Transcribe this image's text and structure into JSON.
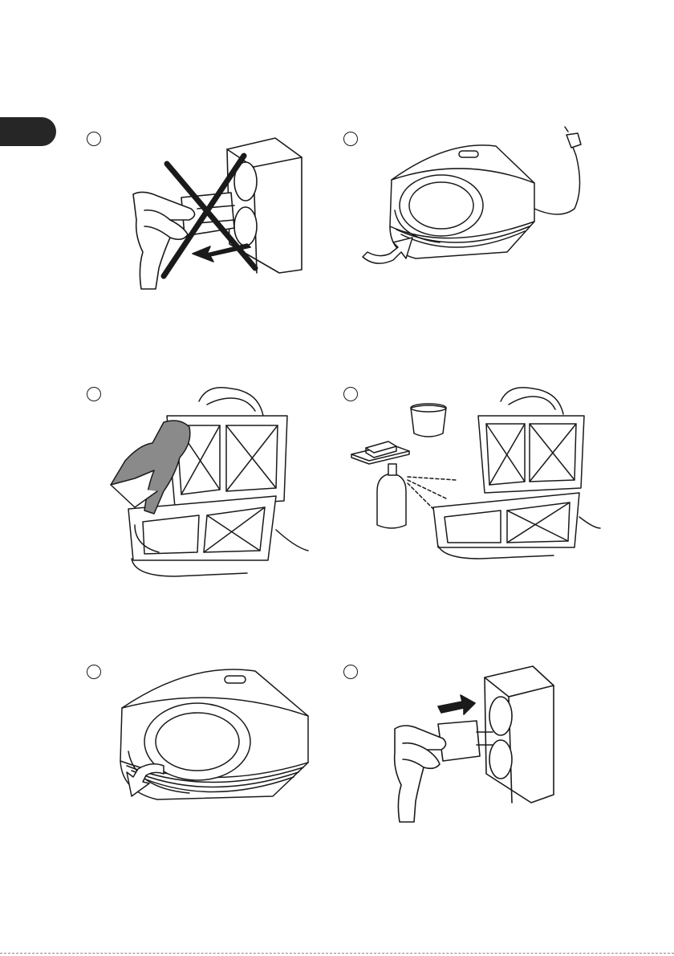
{
  "page": {
    "language_tab": "",
    "colors": {
      "ink": "#1a1a1a",
      "tab": "#262626",
      "shade": "#8a8a8a"
    }
  },
  "steps": [
    {
      "number": "",
      "icon": "do-not-pull-cord-from-socket-illustration"
    },
    {
      "number": "",
      "icon": "open-sandwich-maker-lid-illustration"
    },
    {
      "number": "",
      "icon": "wipe-cooking-plates-illustration"
    },
    {
      "number": "",
      "icon": "grease-plates-with-butter-oil-illustration"
    },
    {
      "number": "",
      "icon": "close-sandwich-maker-lid-illustration"
    },
    {
      "number": "",
      "icon": "insert-plug-into-socket-illustration"
    }
  ]
}
